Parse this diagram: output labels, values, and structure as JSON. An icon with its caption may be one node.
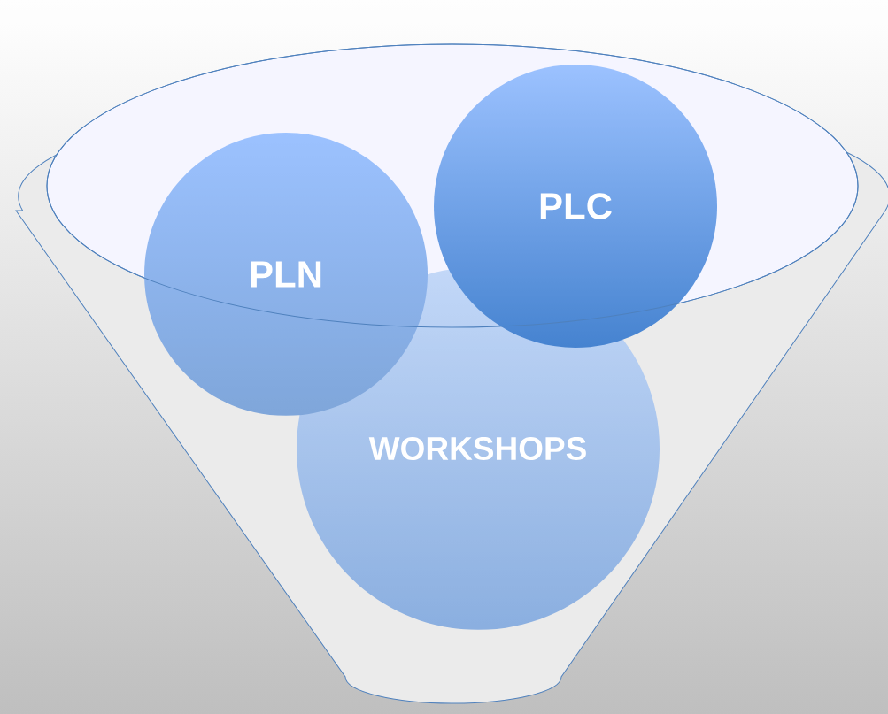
{
  "diagram": {
    "nodes": [
      {
        "text": [
          "PLN"
        ]
      },
      {
        "text": [
          "PLC"
        ]
      },
      {
        "text": [
          "WORKSHOPS"
        ]
      }
    ]
  }
}
